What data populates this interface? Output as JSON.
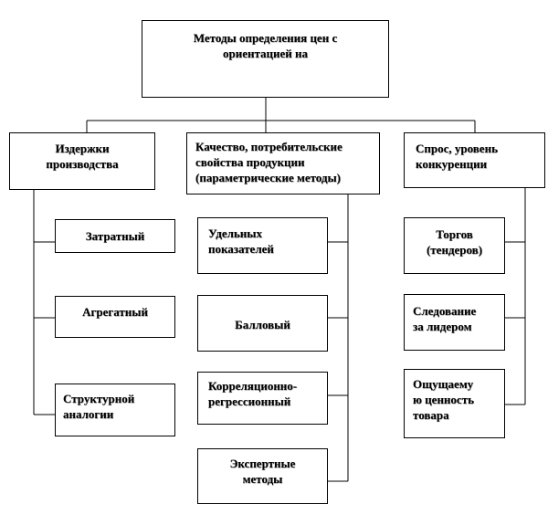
{
  "diagram": {
    "root": "Методы определения цен с\nориентацией на",
    "categories": [
      {
        "label": "Издержки\nпроизводства",
        "methods": [
          "Затратный",
          "Агрегатный",
          "Структурной\nаналогии"
        ]
      },
      {
        "label": "Качество, потребительские\nсвойства продукции\n(параметрические методы)",
        "methods": [
          "Удельных\nпоказателей",
          "Балловый",
          "Корреляционно-\nрегрессионный",
          "Экспертные\nметоды"
        ]
      },
      {
        "label": "Спрос, уровень\nконкуренции",
        "methods": [
          "Торгов\n(тендеров)",
          "Следование\nза лидером",
          "Ощущаему\nю ценность\nтовара"
        ]
      }
    ]
  }
}
